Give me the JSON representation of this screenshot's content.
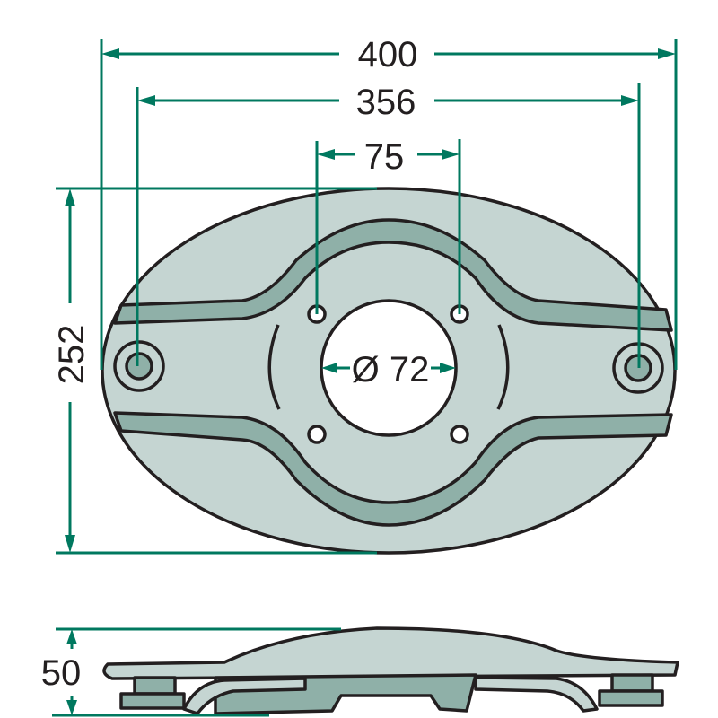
{
  "dimensions": {
    "overall_width": "400",
    "hole_spacing": "356",
    "bolt_spacing": "75",
    "overall_height": "252",
    "center_bore": "Ø 72",
    "thickness": "50"
  },
  "colors": {
    "dimension_line": "#00785f",
    "plate_fill": "#c5d5d2",
    "groove_fill": "#8fb0a8",
    "outline": "#231f20"
  }
}
